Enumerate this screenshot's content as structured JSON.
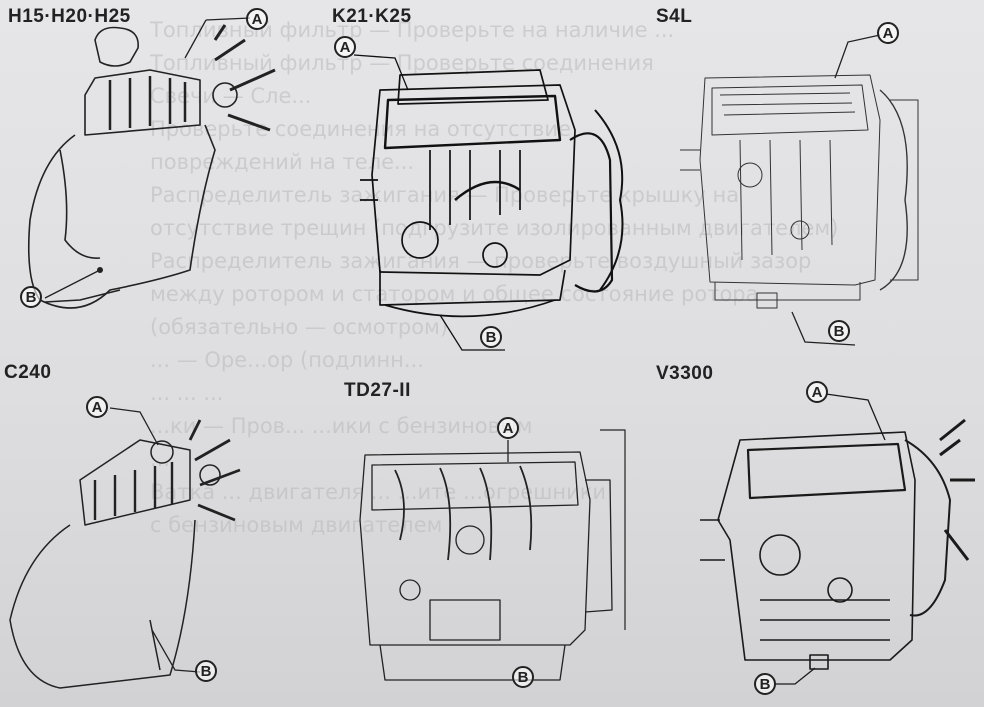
{
  "panels": [
    {
      "title": "H15·H20·H25",
      "marker_a": "A",
      "marker_b": "B"
    },
    {
      "title": "K21·K25",
      "marker_a": "A",
      "marker_b": "B"
    },
    {
      "title": "S4L",
      "marker_a": "A",
      "marker_b": "B"
    },
    {
      "title": "C240",
      "marker_a": "A",
      "marker_b": "B"
    },
    {
      "title": "TD27-II",
      "marker_a": "A",
      "marker_b": "B"
    },
    {
      "title": "V3300",
      "marker_a": "A",
      "marker_b": "B"
    }
  ],
  "bleed_through_lines": [
    "Топливный фильтр — Проверьте на наличие ...",
    "Топливный фильтр — Проверьте соединения",
    "Свечи — Сле...",
    "Проверьте соединения на отсутствие",
    "повреждений на теле...",
    "Распределитель зажигания — Проверьте крышку на",
    "отсутствие трещин (подгрузите изолированным двигателем)",
    "Распределитель зажигания — проверьте воздушный зазор",
    "между ротором и статором и общее состояние ротора",
    "(обязательно — осмотром)",
    "... — Оре...ор (подлинн...",
    "... ... ...",
    "...ки — Пров... ...ики с бензиновым",
    "...",
    "Ватка ... двигателя ... ...ите ...огрешники",
    "с бензиновым двигателем"
  ]
}
